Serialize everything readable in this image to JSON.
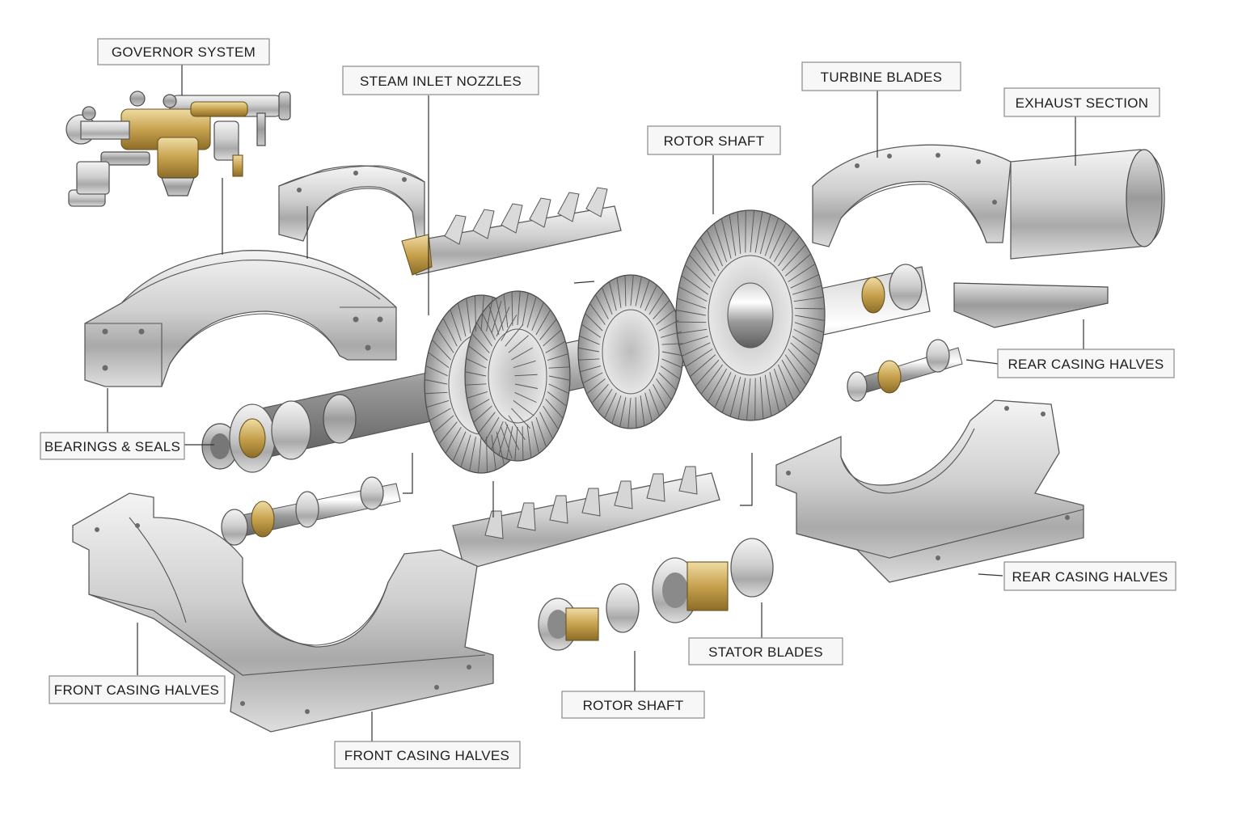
{
  "colors": {
    "background": "#ffffff",
    "label_fill": "#f7f7f7",
    "label_border": "#8a8a8a",
    "leader_line": "#333333",
    "steel": "#c9c9c9",
    "brass": "#c7a24e"
  },
  "labels": {
    "governor_system": "GOVERNOR SYSTEM",
    "steam_inlet_nozzles": "STEAM INLET NOZZLES",
    "turbine_blades": "TURBINE BLADES",
    "exhaust_section": "EXHAUST SECTION",
    "rotor_shaft_top": "ROTOR SHAFT",
    "rear_casing_halves_top": "REAR CASING HALVES",
    "bearings_seals": "BEARINGS & SEALS",
    "rear_casing_halves_bottom": "REAR CASING HALVES",
    "stator_blades": "STATOR BLADES",
    "front_casing_halves_left": "FRONT CASING HALVES",
    "rotor_shaft_bottom": "ROTOR SHAFT",
    "front_casing_halves_bottom": "FRONT CASING HALVES"
  }
}
